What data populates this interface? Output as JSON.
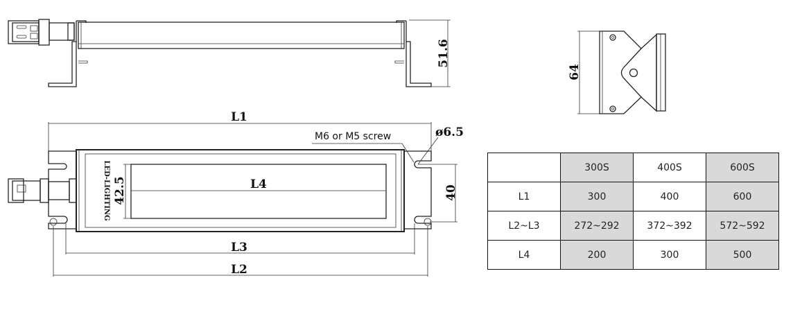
{
  "drawing": {
    "top_view": {
      "height_dim": "51.6"
    },
    "front_view": {
      "dim_l1": "L1",
      "dim_l2": "L2",
      "dim_l3": "L3",
      "dim_l4": "L4",
      "window_height_dim": "42.5",
      "mount_spacing_dim": "40",
      "hole_dim": "ø6.5",
      "screw_note": "M6 or M5 screw",
      "logo_text": "LED-LIGHTING"
    },
    "end_view": {
      "height_dim": "64"
    }
  },
  "table": {
    "header": [
      "",
      "300S",
      "400S",
      "600S"
    ],
    "rows": [
      [
        "L1",
        "300",
        "400",
        "600"
      ],
      [
        "L2~L3",
        "272~292",
        "372~392",
        "572~592"
      ],
      [
        "L4",
        "200",
        "300",
        "500"
      ]
    ],
    "shade_color": "#d9d9d9"
  }
}
